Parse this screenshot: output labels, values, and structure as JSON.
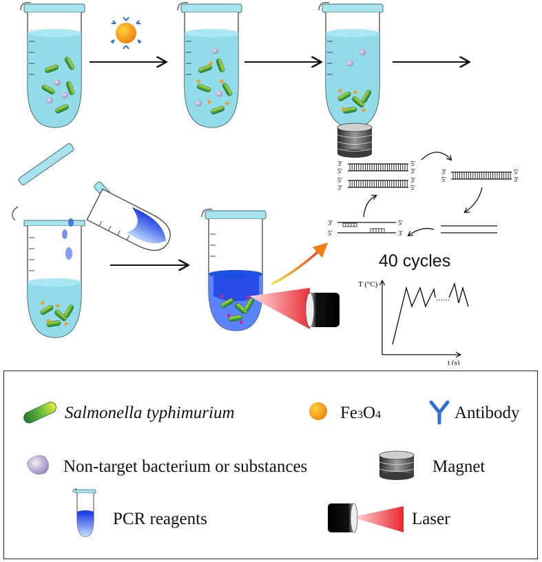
{
  "process": {
    "cycles_label": "40 cycles",
    "strand_labels": {
      "three_prime": "3'",
      "five_prime": "5'"
    },
    "graph": {
      "ylabel": "T (°C)",
      "xlabel": "t (s)",
      "ellipsis": "……"
    }
  },
  "legend": {
    "items": [
      {
        "icon": "salmonella-rod-icon",
        "label": "Salmonella typhimurium"
      },
      {
        "icon": "fe3o4-bead-icon",
        "label": "Fe",
        "sub1": "3",
        "mid": "O",
        "sub2": "4"
      },
      {
        "icon": "antibody-icon",
        "label": "Antibody"
      },
      {
        "icon": "non-target-bacterium-icon",
        "label": "Non-target bacterium or substances"
      },
      {
        "icon": "magnet-icon",
        "label": "Magnet"
      },
      {
        "icon": "pcr-tube-icon",
        "label": "PCR reagents"
      },
      {
        "icon": "laser-icon",
        "label": "Laser"
      }
    ]
  },
  "colors": {
    "liquid": "#7fd6e6",
    "tube_cap": "#a9e3ee",
    "rod_green": "#1f8a3a",
    "rod_yellow": "#e8e43a",
    "bead_orange": "#f39a14",
    "antibody_blue": "#2a6fd6",
    "pcr_blue": "#1d4fe0",
    "laser_red": "#e8262d"
  }
}
